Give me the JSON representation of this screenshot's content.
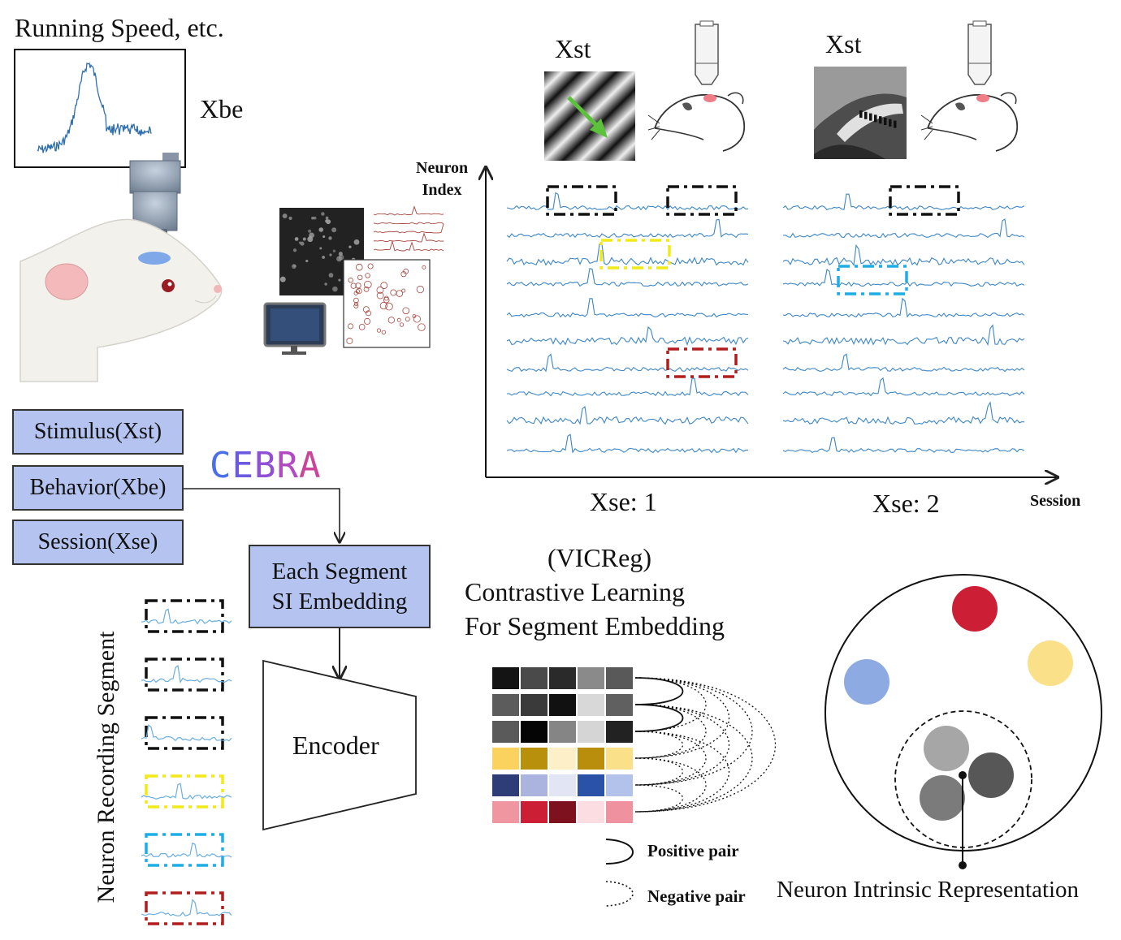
{
  "top_left": {
    "running_label": "Running Speed, etc.",
    "behavior_symbol": "Xbe"
  },
  "stimuli": {
    "xst_1": "Xst",
    "xst_2": "Xst"
  },
  "trace_plot": {
    "y_axis": "Neuron\nIndex",
    "y_axis_line1": "Neuron",
    "y_axis_line2": "Index",
    "x_axis": "Session",
    "session_1": "Xse: 1",
    "session_2": "Xse: 2"
  },
  "inputs": {
    "stimulus": "Stimulus(Xst)",
    "behavior": "Behavior(Xbe)",
    "session": "Session(Xse)"
  },
  "cebra": {
    "label": "CEBRA",
    "colors": [
      "#4b6fe8",
      "#6a5ae0",
      "#9050d6",
      "#b24ac4",
      "#c8459a"
    ]
  },
  "embedding_box": {
    "line1": "Each Segment",
    "line2": "SI Embedding"
  },
  "encoder": {
    "label": "Encoder"
  },
  "segments": {
    "label": "Neuron Recording Segment"
  },
  "contrastive": {
    "line1": "(VICReg)",
    "line2": "Contrastive Learning",
    "line3": "For Segment Embedding"
  },
  "legend": {
    "positive": "Positive pair",
    "negative": "Negative pair"
  },
  "representation": {
    "label": "Neuron Intrinsic Representation",
    "colors": {
      "red": "#cc1f35",
      "yellow": "#fbe08a",
      "blue": "#8eaae3"
    }
  },
  "grid_colors": [
    [
      "#141414",
      "#4a4a4a",
      "#2a2a2a",
      "#8a8a8a",
      "#595959"
    ],
    [
      "#5c5c5c",
      "#3a3a3a",
      "#111111",
      "#d8d8d8",
      "#606060"
    ],
    [
      "#5a5a5a",
      "#050505",
      "#858585",
      "#d5d5d5",
      "#222222"
    ],
    [
      "#fbd25d",
      "#b8900b",
      "#fdf0c9",
      "#b88e0c",
      "#fbe08a"
    ],
    [
      "#2e3d78",
      "#aab4de",
      "#e2e5f4",
      "#2a52a6",
      "#b2c2ea"
    ],
    [
      "#ef96a1",
      "#cc1f35",
      "#7d111e",
      "#fbdde2",
      "#ef919e"
    ]
  ]
}
